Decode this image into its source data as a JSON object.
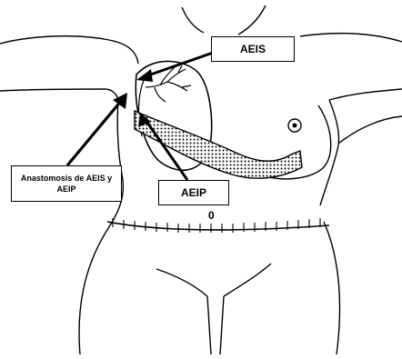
{
  "labels": {
    "aeis": "AEIS",
    "aeip": "AEIP",
    "anastomosis": "Anastomosis de AEIS y AEIP",
    "marker": "0"
  }
}
